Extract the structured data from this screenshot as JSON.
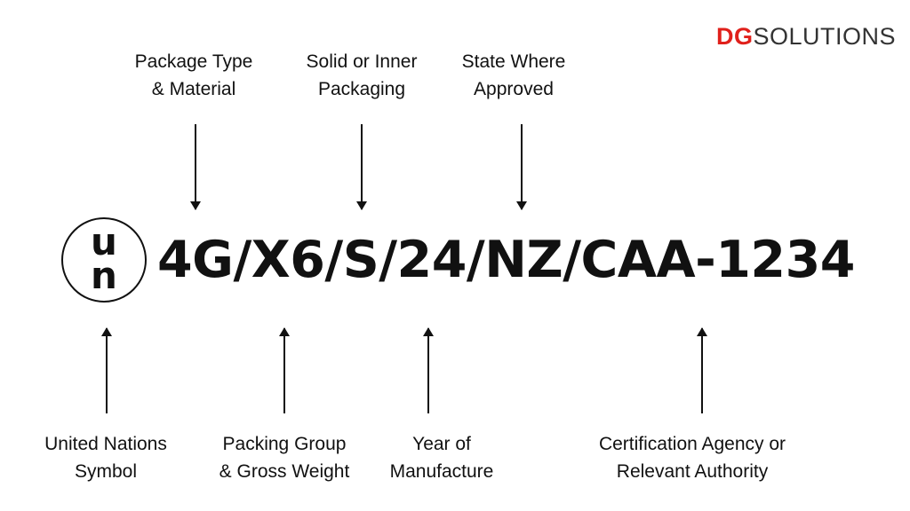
{
  "logo": {
    "part_a": "DG",
    "part_b": "SOLUTIONS",
    "accent_color": "#e0201b",
    "text_color": "#333333"
  },
  "un_symbol": {
    "top_letter": "u",
    "bottom_letter": "n"
  },
  "code": "4G/X6/S/24/NZ/CAA-1234",
  "top_labels": [
    {
      "line1": "Package Type",
      "line2": "& Material"
    },
    {
      "line1": "Solid or Inner",
      "line2": "Packaging"
    },
    {
      "line1": "State Where",
      "line2": "Approved"
    }
  ],
  "bottom_labels": [
    {
      "line1": "United Nations",
      "line2": "Symbol"
    },
    {
      "line1": "Packing Group",
      "line2": "& Gross Weight"
    },
    {
      "line1": "Year of",
      "line2": "Manufacture"
    },
    {
      "line1": "Certification Agency or",
      "line2": "Relevant Authority"
    }
  ]
}
